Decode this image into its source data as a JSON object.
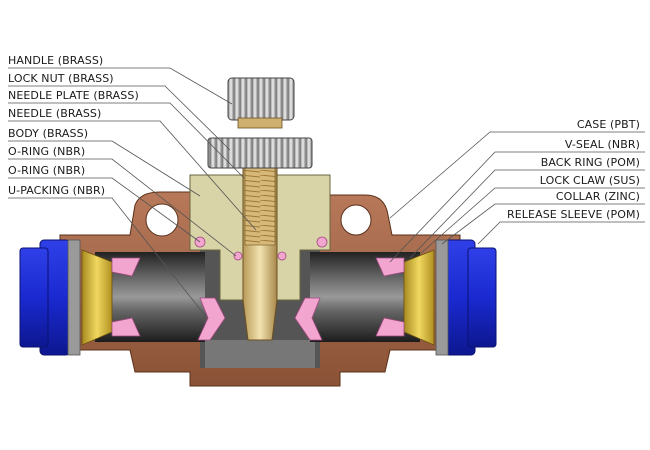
{
  "labels_left": [
    "HANDLE (BRASS)",
    "LOCK NUT (BRASS)",
    "NEEDLE PLATE (BRASS)",
    "NEEDLE (BRASS)",
    "BODY (BRASS)",
    "O-RING (NBR)",
    "O-RING (NBR)",
    "U-PACKING (NBR)"
  ],
  "labels_right": [
    "CASE (PBT)",
    "V-SEAL (NBR)",
    "BACK RING (POM)",
    "LOCK CLAW (SUS)",
    "COLLAR (ZINC)",
    "RELEASE SLEEVE (POM)"
  ],
  "colors": {
    "case_pbt": "#a86a4a",
    "brass_body": "#d9d4a8",
    "needle_brass": "#e0c98a",
    "release_sleeve": "#1f2fd6",
    "seal_pink": "#f2a6cf",
    "lock_claw": "#e8c840",
    "tube_dark": "#3a3a3a"
  }
}
